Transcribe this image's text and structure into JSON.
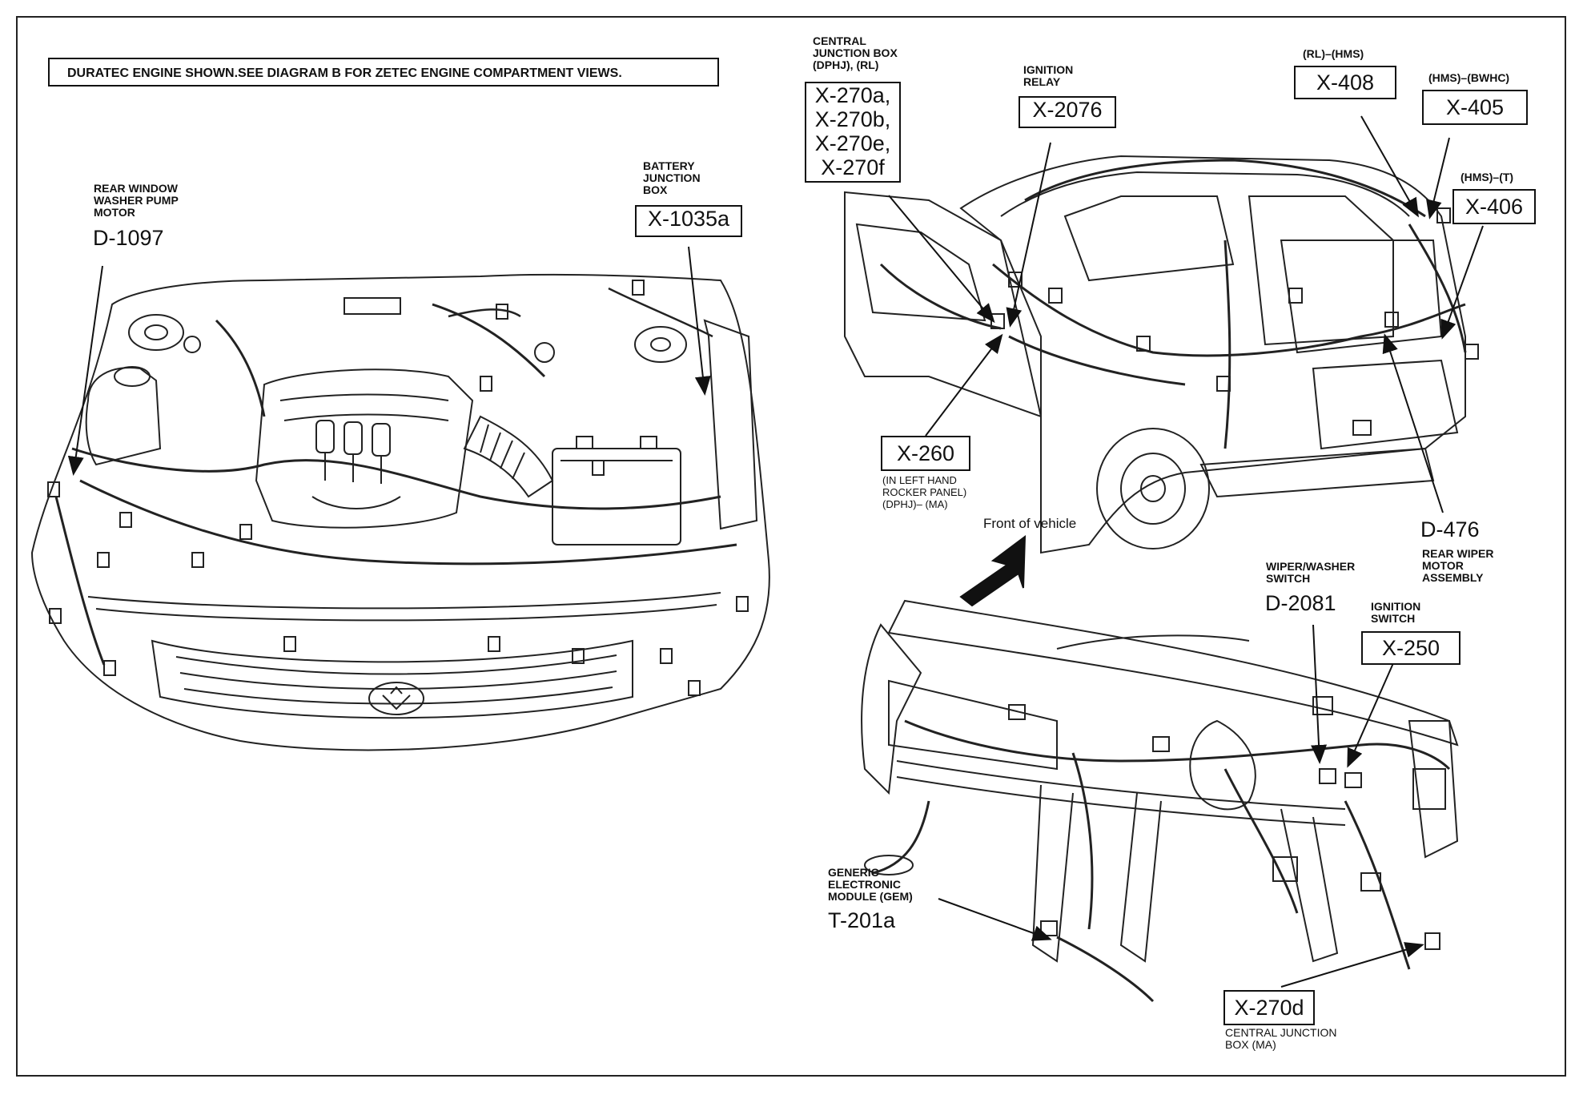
{
  "notice": "DURATEC ENGINE SHOWN.SEE DIAGRAM B FOR ZETEC ENGINE COMPARTMENT VIEWS.",
  "front_label": "Front of vehicle",
  "components": {
    "rear_washer": {
      "desc": [
        "REAR WINDOW",
        "WASHER PUMP",
        "MOTOR"
      ],
      "code": "D-1097"
    },
    "battery_jb": {
      "desc": [
        "BATTERY",
        "JUNCTION",
        "BOX"
      ],
      "code": "X-1035a"
    },
    "central_jb": {
      "desc": [
        "CENTRAL",
        "JUNCTION BOX",
        "(DPHJ), (RL)"
      ],
      "codes": [
        "X-270a,",
        "X-270b,",
        "X-270e,",
        "X-270f"
      ]
    },
    "ignition_relay": {
      "desc": [
        "IGNITION",
        "RELAY"
      ],
      "code": "X-2076"
    },
    "x408": {
      "desc": "(RL)–(HMS)",
      "code": "X-408"
    },
    "x405": {
      "desc": "(HMS)–(BWHC)",
      "code": "X-405"
    },
    "x406": {
      "desc": "(HMS)–(T)",
      "code": "X-406"
    },
    "x260": {
      "code": "X-260",
      "desc": [
        "(IN LEFT HAND",
        "ROCKER PANEL)",
        "(DPHJ)– (MA)"
      ]
    },
    "rear_wiper": {
      "code": "D-476",
      "desc": [
        "REAR WIPER",
        "MOTOR",
        "ASSEMBLY"
      ]
    },
    "wiper_switch": {
      "desc": [
        "WIPER/WASHER",
        "SWITCH"
      ],
      "code": "D-2081"
    },
    "ignition_switch": {
      "desc": [
        "IGNITION",
        "SWITCH"
      ],
      "code": "X-250"
    },
    "gem": {
      "desc": [
        "GENERIC",
        "ELECTRONIC",
        "MODULE (GEM)"
      ],
      "code": "T-201a"
    },
    "x270d": {
      "code": "X-270d",
      "desc": [
        "CENTRAL JUNCTION",
        "BOX (MA)"
      ]
    }
  }
}
